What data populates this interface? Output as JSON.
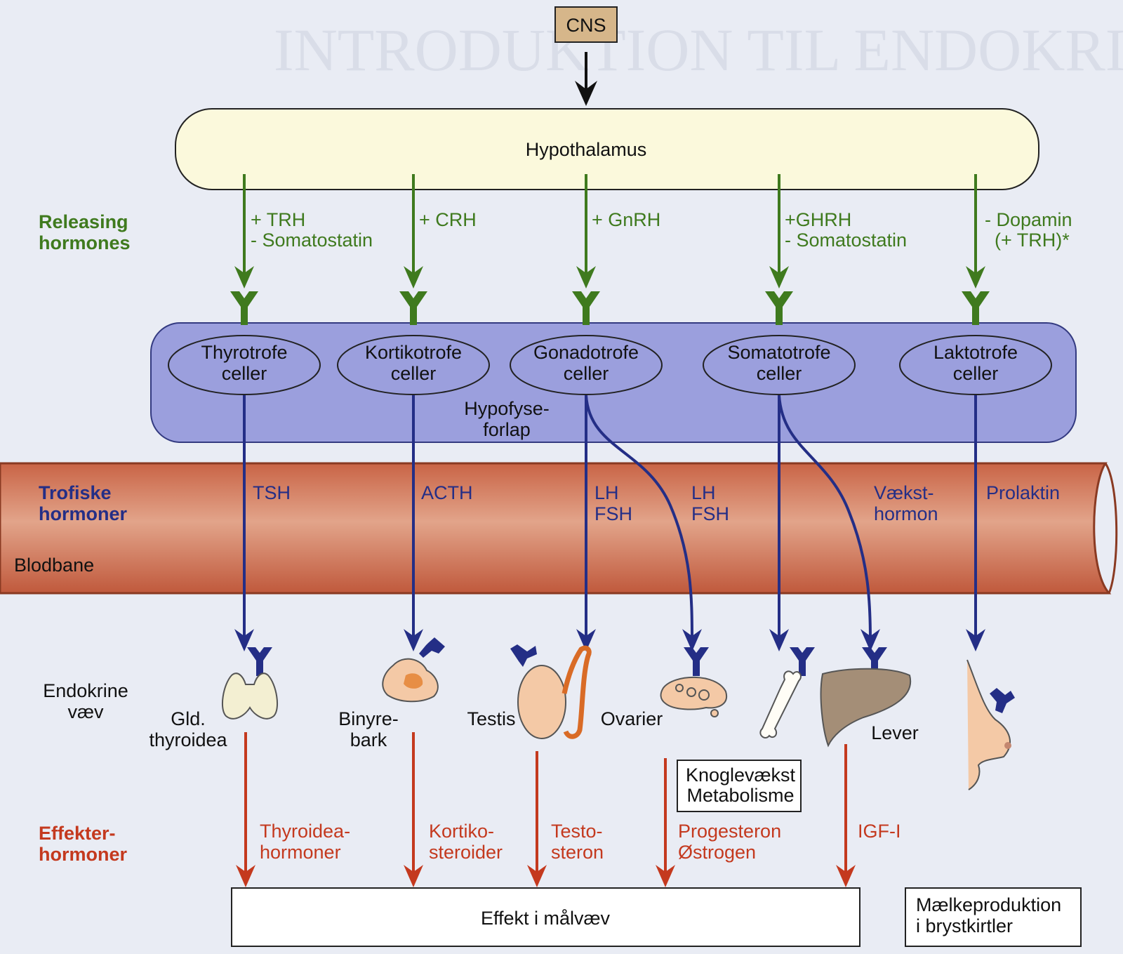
{
  "background_heading": "INTRODUKTION TIL ENDOKRINOLOGI",
  "cns": "CNS",
  "hypothalamus": "Hypothalamus",
  "hypofyse": [
    "Hypofyse-",
    "forlap"
  ],
  "blodbane": "Blodbane",
  "row_labels": {
    "releasing": [
      "Releasing",
      "hormones"
    ],
    "trofiske": [
      "Trofiske",
      "hormoner"
    ],
    "endokrine": [
      "Endokrine",
      "væv"
    ],
    "effekter": [
      "Effekter-",
      "hormoner"
    ]
  },
  "releasing": [
    [
      "+ TRH",
      "- Somatostatin"
    ],
    [
      "+ CRH"
    ],
    [
      "+ GnRH"
    ],
    [
      "+GHRH",
      "- Somatostatin"
    ],
    [
      "- Dopamin",
      "(+ TRH)*"
    ]
  ],
  "cells": [
    [
      "Thyrotrofe",
      "celler"
    ],
    [
      "Kortikotrofe",
      "celler"
    ],
    [
      "Gonadotrofe",
      "celler"
    ],
    [
      "Somatotrofe",
      "celler"
    ],
    [
      "Laktotrofe",
      "celler"
    ]
  ],
  "trofiske": {
    "tsh": [
      "TSH"
    ],
    "acth": [
      "ACTH"
    ],
    "lh_fsh_1": [
      "LH",
      "FSH"
    ],
    "lh_fsh_2": [
      "LH",
      "FSH"
    ],
    "vaekst": [
      "Vækst-",
      "hormon"
    ],
    "prolaktin": [
      "Prolaktin"
    ]
  },
  "glands": [
    [
      "Gld.",
      "thyroidea"
    ],
    [
      "Binyre-",
      "bark"
    ],
    [
      "Testis"
    ],
    [
      "Ovarier"
    ],
    [
      "Lever"
    ]
  ],
  "knogle_box": [
    "Knoglevækst",
    "Metabolisme"
  ],
  "effekter": [
    [
      "Thyroidea-",
      "hormoner"
    ],
    [
      "Kortiko-",
      "steroider"
    ],
    [
      "Testo-",
      "steron"
    ],
    [
      "Progesteron",
      "Østrogen"
    ],
    [
      "IGF-I"
    ]
  ],
  "effekt_box": "Effekt i målvæv",
  "maelk_box": [
    "Mælkeproduktion",
    "i brystkirtler"
  ],
  "colors": {
    "releasing_green": "#3f7a1e",
    "trophic_blue": "#242e86",
    "effector_red": "#c4391e",
    "hypothalamus_fill": "#fbf9dc",
    "hypofyse_fill": "#9b9fdd",
    "vessel_fill": "#e2a48a",
    "cns_fill": "#d6b68a"
  }
}
